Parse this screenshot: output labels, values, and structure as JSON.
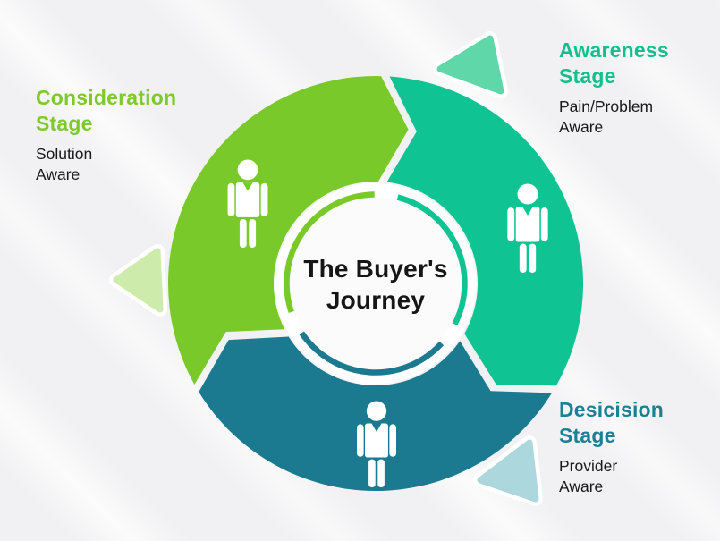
{
  "center": {
    "title": "The Buyer's\nJourney"
  },
  "stages": [
    {
      "key": "consideration",
      "heading": "Consideration\nStage",
      "subtitle": "Solution\nAware",
      "segment_color": "#7ac92a",
      "heading_color": "#7cca2e",
      "arrow_color": "#cdebab"
    },
    {
      "key": "awareness",
      "heading": "Awareness\nStage",
      "subtitle": "Pain/Problem\nAware",
      "segment_color": "#0fc392",
      "heading_color": "#14be8d",
      "arrow_color": "#5fd7a9"
    },
    {
      "key": "decision",
      "heading": "Desicision\nStage",
      "subtitle": "Provider\nAware",
      "segment_color": "#1b7a90",
      "heading_color": "#1b7f96",
      "arrow_color": "#acd7dd"
    }
  ],
  "colors": {
    "background": "#f1f1f3",
    "title_text": "#161616",
    "subtitle_text": "#191919",
    "figure_icon": "#ffffff",
    "inner_disc": "#fbfbfc",
    "gap_white": "#ffffff"
  },
  "icons": {
    "person": "person-icon",
    "cycle_arrows": [
      "cycle-arrow-top-icon",
      "cycle-arrow-left-icon",
      "cycle-arrow-bottom-right-icon"
    ]
  }
}
